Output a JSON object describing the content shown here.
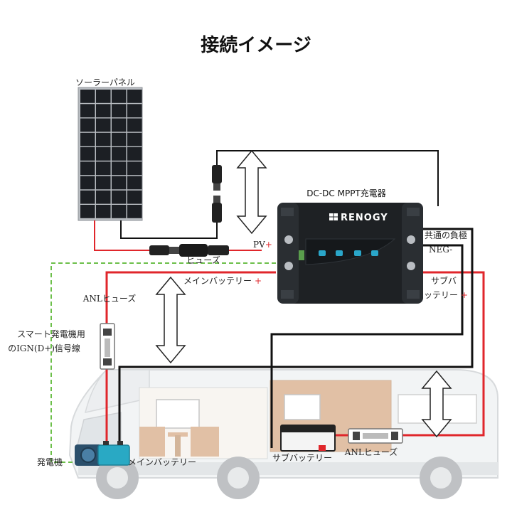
{
  "title": "接続イメージ",
  "labels": {
    "solar_panel": "ソーラーパネル",
    "fuse_pv": "ヒューズ",
    "controller": "DC-DC MPPT充電器",
    "brand": "RENOGY",
    "pv_plus": "PV",
    "plus_sign": "+",
    "common_neg_1": "共通の負極",
    "common_neg_2": "NEG-",
    "main_battery_plus": "メインバッテリー",
    "sub_battery_plus_1": "サブバ",
    "sub_battery_plus_2": "ッテリー",
    "anl_fuse_main": "ANLヒューズ",
    "ign_1": "スマート発電機用",
    "ign_2": "のIGN(D+)信号線",
    "generator": "発電機",
    "main_battery": "メインバッテリー",
    "sub_battery": "サブバッテリー",
    "anl_fuse_sub": "ANLヒューズ"
  },
  "colors": {
    "positive_wire": "#e0262b",
    "negative_wire": "#111111",
    "signal_wire": "#6cbf4a",
    "controller_body": "#1e2124",
    "panel_cell": "#1c1f24",
    "panel_frame": "#b9bdc2",
    "vehicle": "#dcdfe2",
    "interior_wood": "#c98e5d"
  }
}
